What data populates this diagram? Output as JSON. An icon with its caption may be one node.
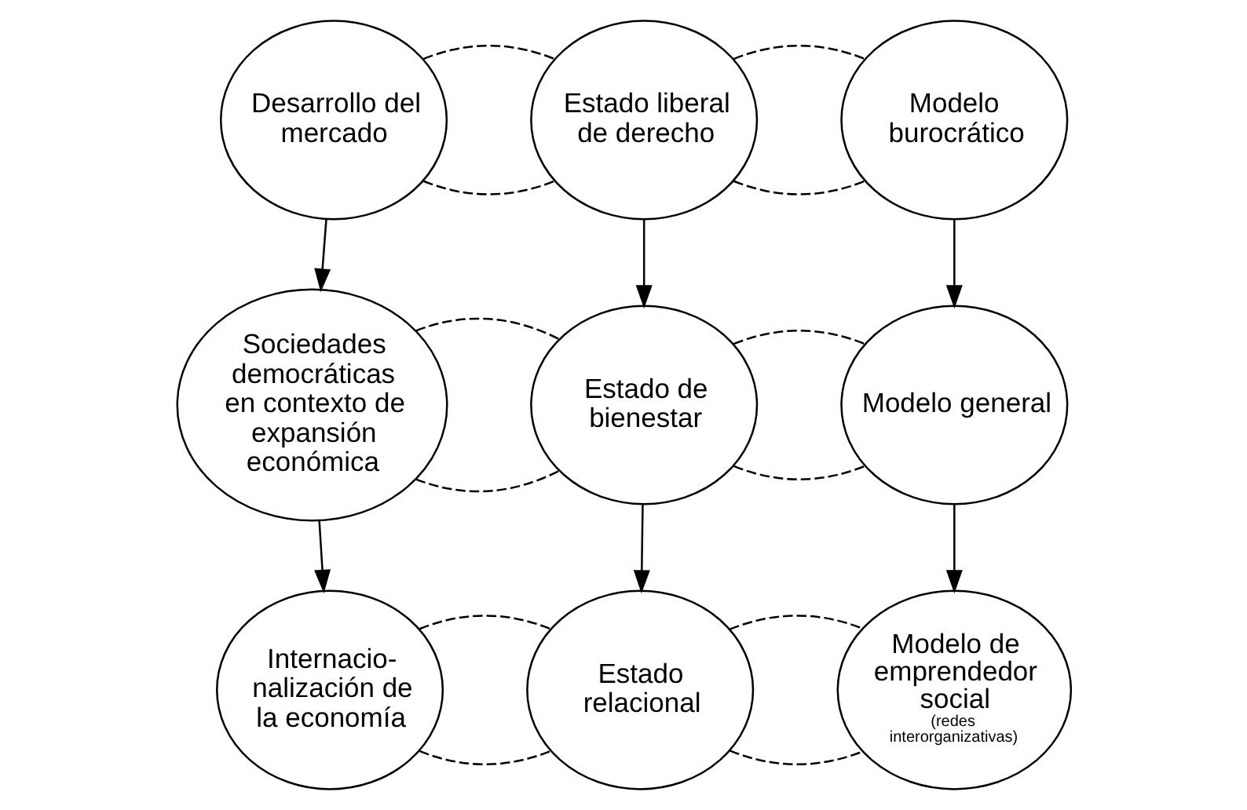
{
  "diagram": {
    "nodes": [
      {
        "text": [
          "Desarrollo del mercado"
        ]
      },
      {
        "text": [
          "Estado liberal de derecho"
        ]
      },
      {
        "text": [
          "Modelo burocrático"
        ]
      },
      {
        "text": [
          "Sociedades democráticas en contexto de expansión económica"
        ]
      },
      {
        "text": [
          "Estado de bienestar"
        ]
      },
      {
        "text": [
          "Modelo general"
        ]
      },
      {
        "text": [
          "Internacio- nalización de la economía"
        ]
      },
      {
        "text": [
          "Estado relacional"
        ]
      },
      {
        "text": [
          "Modelo de emprendedor social",
          "(redes interorganizativas)"
        ]
      }
    ],
    "edges": [
      {
        "from": 0,
        "to": 1,
        "arrow": "none",
        "style": "dashed"
      },
      {
        "from": 0,
        "to": 1,
        "arrow": "none",
        "style": "dashed"
      },
      {
        "from": 1,
        "to": 2,
        "arrow": "none",
        "style": "dashed"
      },
      {
        "from": 1,
        "to": 2,
        "arrow": "none",
        "style": "dashed"
      },
      {
        "from": 0,
        "to": 3,
        "arrow": "to"
      },
      {
        "from": 1,
        "to": 4,
        "arrow": "to"
      },
      {
        "from": 2,
        "to": 5,
        "arrow": "to"
      },
      {
        "from": 3,
        "to": 4,
        "arrow": "none",
        "style": "dashed"
      },
      {
        "from": 3,
        "to": 4,
        "arrow": "none",
        "style": "dashed"
      },
      {
        "from": 4,
        "to": 5,
        "arrow": "none",
        "style": "dashed"
      },
      {
        "from": 4,
        "to": 5,
        "arrow": "none",
        "style": "dashed"
      },
      {
        "from": 3,
        "to": 6,
        "arrow": "to"
      },
      {
        "from": 4,
        "to": 7,
        "arrow": "to"
      },
      {
        "from": 5,
        "to": 8,
        "arrow": "to"
      },
      {
        "from": 6,
        "to": 7,
        "arrow": "none",
        "style": "dashed"
      },
      {
        "from": 6,
        "to": 7,
        "arrow": "none",
        "style": "dashed"
      },
      {
        "from": 7,
        "to": 8,
        "arrow": "none",
        "style": "dashed"
      },
      {
        "from": 7,
        "to": 8,
        "arrow": "none",
        "style": "dashed"
      }
    ]
  }
}
